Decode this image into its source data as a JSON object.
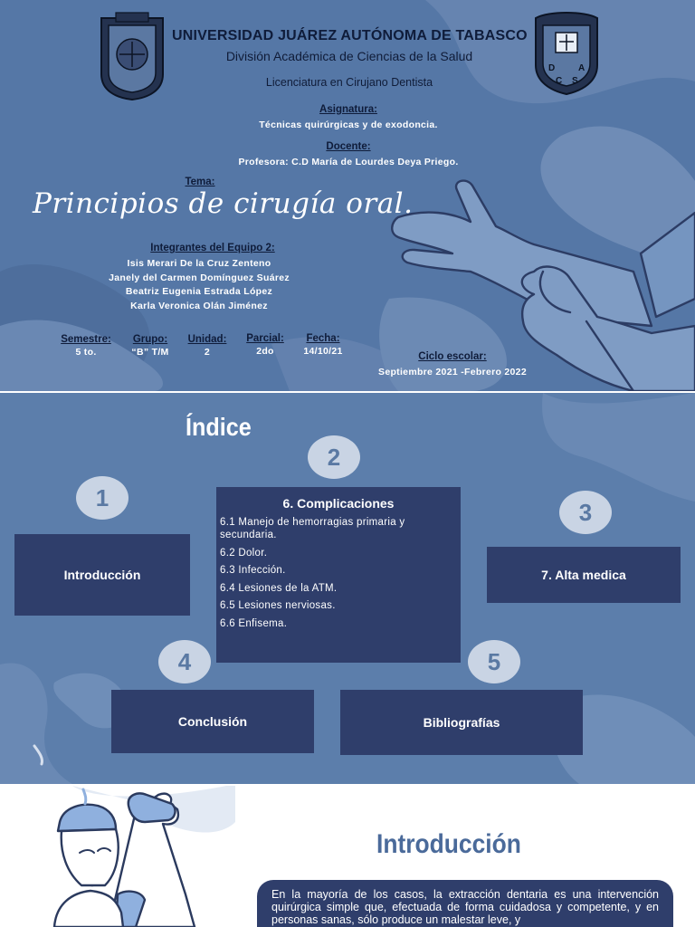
{
  "cover": {
    "university": "UNIVERSIDAD JUÁREZ AUTÓNOMA  DE TABASCO",
    "division": "División Académica de Ciencias de la Salud",
    "licenciatura": "Licenciatura en Cirujano Dentista",
    "crest_right_letters": [
      "D",
      "A",
      "C",
      "S"
    ],
    "asignatura_label": "Asignatura:",
    "asignatura": "Técnicas quirúrgicas y de exodoncia.",
    "docente_label": "Docente:",
    "docente": "Profesora: C.D María de Lourdes Deya Priego.",
    "tema_label": "Tema:",
    "tema": "Principios de cirugía oral.",
    "equipo_label": "Integrantes del Equipo 2:",
    "members": [
      "Isis Merari De la Cruz Zenteno",
      "Janely del Carmen Domínguez Suárez",
      "Beatriz Eugenia Estrada López",
      "Karla Veronica Olán Jiménez"
    ],
    "meta": [
      {
        "label": "Semestre:",
        "value": "5 to."
      },
      {
        "label": "Grupo:",
        "value": "“B” T/M"
      },
      {
        "label": "Unidad:",
        "value": "2"
      },
      {
        "label": "Parcial:",
        "value": "2do"
      },
      {
        "label": "Fecha:",
        "value": "14/10/21"
      }
    ],
    "ciclo_label": "Ciclo escolar:",
    "ciclo": "Septiembre 2021 -Febrero 2022"
  },
  "index": {
    "title": "Índice",
    "numbers": [
      "1",
      "2",
      "3",
      "4",
      "5"
    ],
    "items": {
      "introduccion": "Introducción",
      "complicaciones": "6. Complicaciones",
      "alta": "7. Alta medica",
      "conclusion": "Conclusión",
      "bibliografias": "Bibliografías"
    },
    "complicaciones_sub": [
      "6.1 Manejo de hemorragias primaria y secundaria.",
      "6.2 Dolor.",
      "6.3 Infección.",
      "6.4 Lesiones de la ATM.",
      "6.5 Lesiones nerviosas.",
      "6.6 Enfisema."
    ]
  },
  "intro": {
    "title": "Introducción",
    "text": "En la mayoría de los casos, la extracción dentaria es una intervención quirúrgica simple que, efectuada de forma cuidadosa y competente, y en personas sanas, sólo produce un malestar leve, y"
  },
  "colors": {
    "slide_bg": "#5577a6",
    "dark_navy": "#2f3e6b",
    "light_blue": "#c9d4e4",
    "title_blue": "#4a6a9a"
  }
}
